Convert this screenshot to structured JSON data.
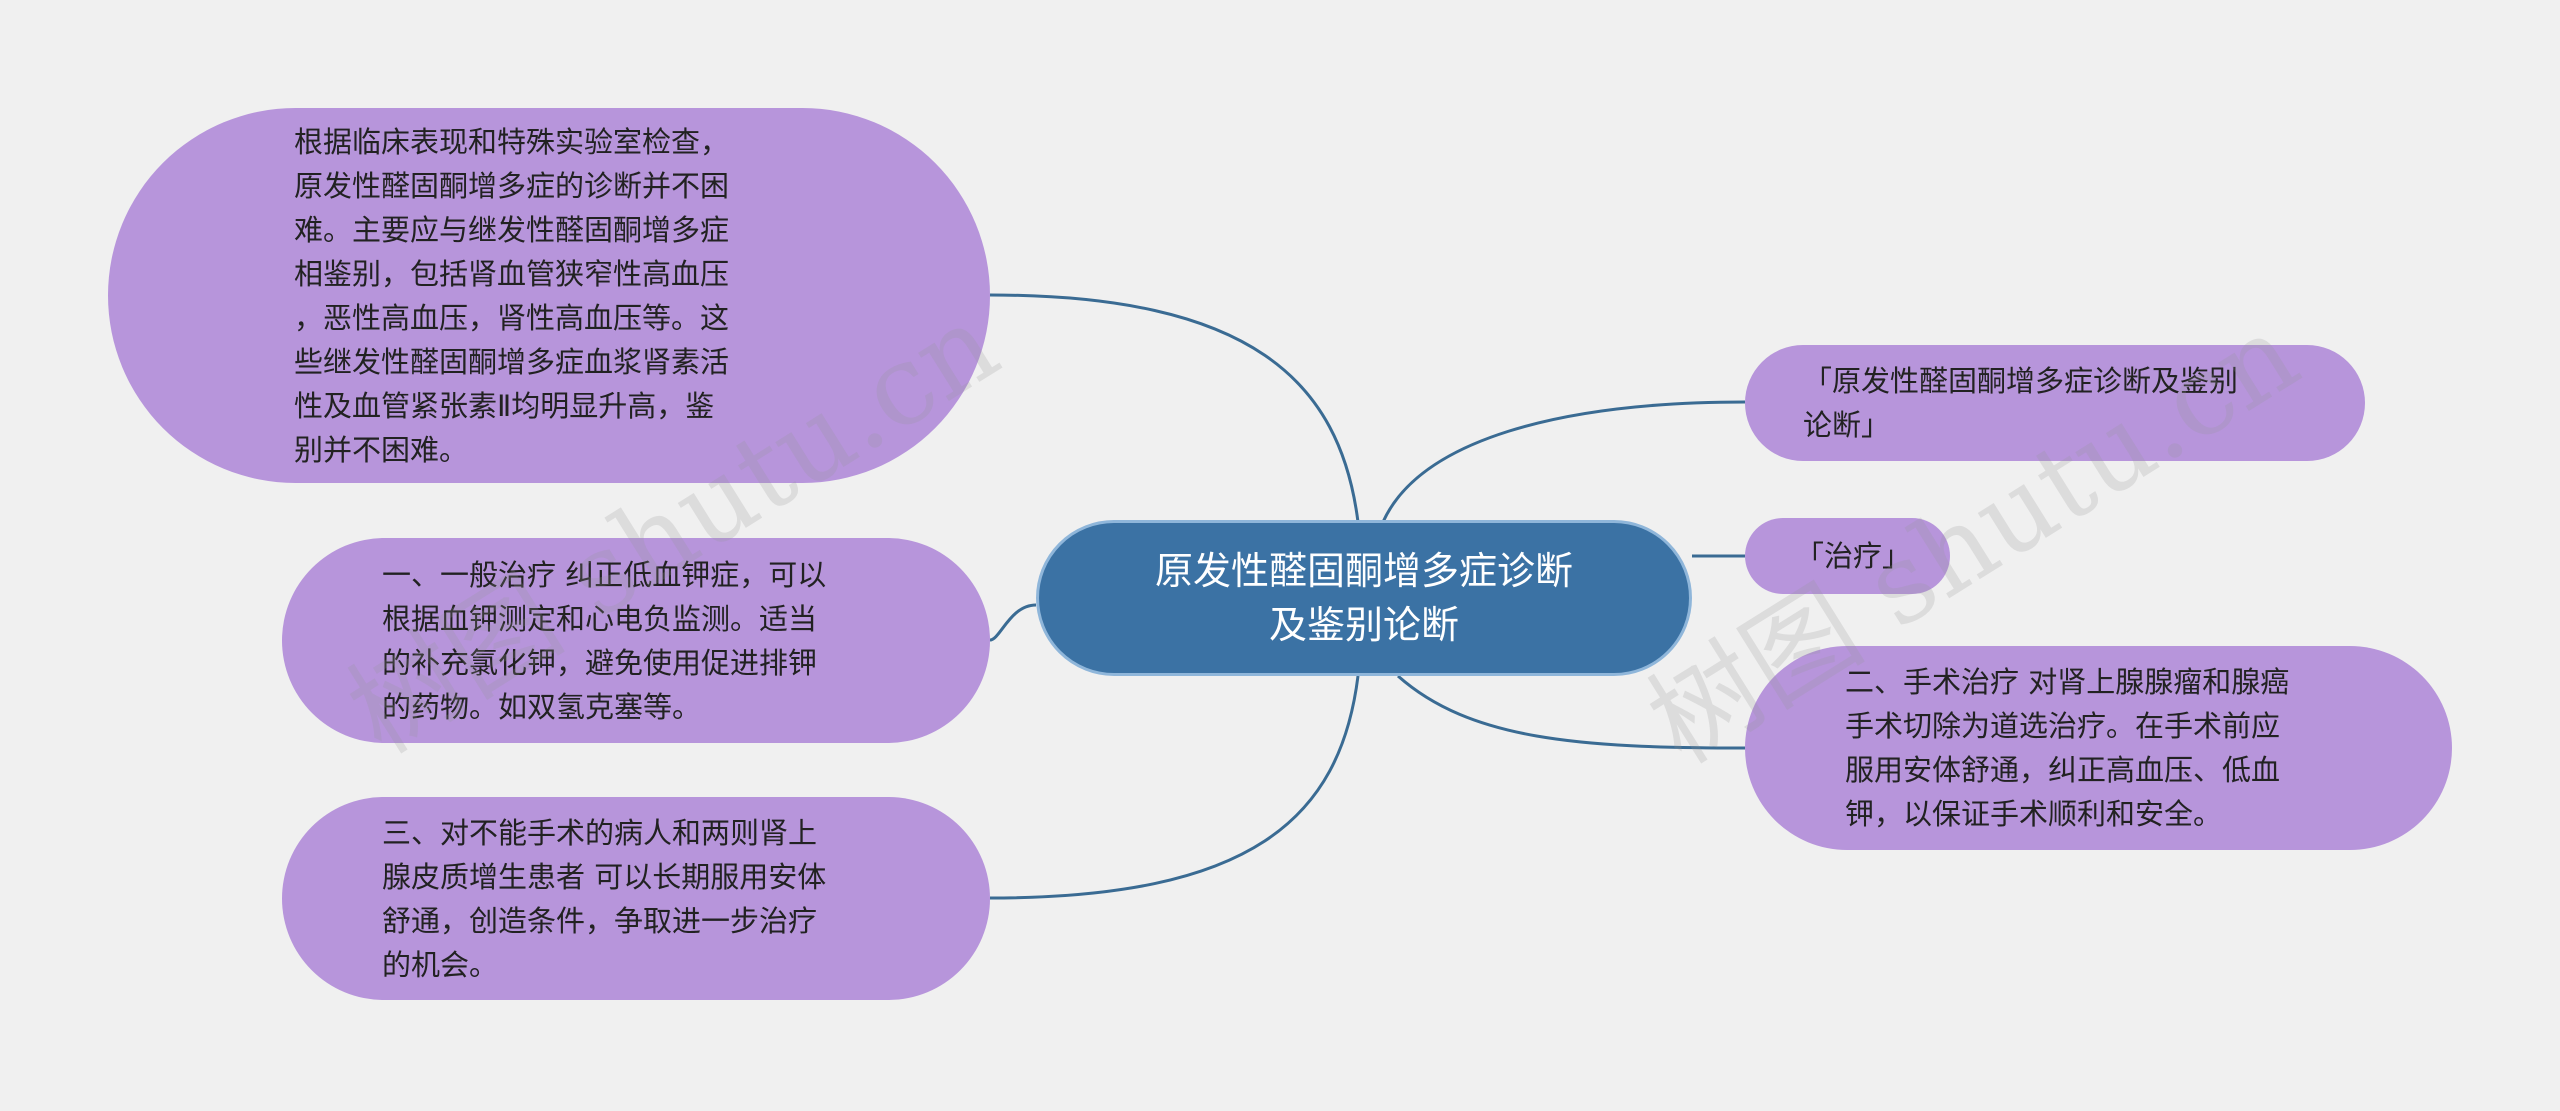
{
  "center": {
    "text": "原发性醛固酮增多症诊断\n及鉴别论断"
  },
  "left": [
    {
      "text": "根据临床表现和特殊实验室检查，\n原发性醛固酮增多症的诊断并不困\n难。主要应与继发性醛固酮增多症\n相鉴别，包括肾血管狭窄性高血压\n，恶性高血压，肾性高血压等。这\n些继发性醛固酮增多症血浆肾素活\n性及血管紧张素Ⅱ均明显升高，鉴\n别并不困难。"
    },
    {
      "text": "一、一般治疗 纠正低血钾症，可以\n根据血钾测定和心电负监测。适当\n的补充氯化钾，避免使用促进排钾\n的药物。如双氢克塞等。"
    },
    {
      "text": "三、对不能手术的病人和两则肾上\n腺皮质增生患者 可以长期服用安体\n舒通，创造条件，争取进一步治疗\n的机会。"
    }
  ],
  "right": [
    {
      "text": "「原发性醛固酮增多症诊断及鉴别\n论断」"
    },
    {
      "text": "「治疗」"
    },
    {
      "text": "二、手术治疗 对肾上腺腺瘤和腺癌\n手术切除为道选治疗。在手术前应\n服用安体舒通，纠正高血压、低血\n钾，以保证手术顺利和安全。"
    }
  ],
  "watermark": "树图 shutu.cn",
  "colors": {
    "background": "#f0f0f0",
    "center": "#3b72a4",
    "leaf": "#b795db",
    "link": "#3a6b93"
  }
}
